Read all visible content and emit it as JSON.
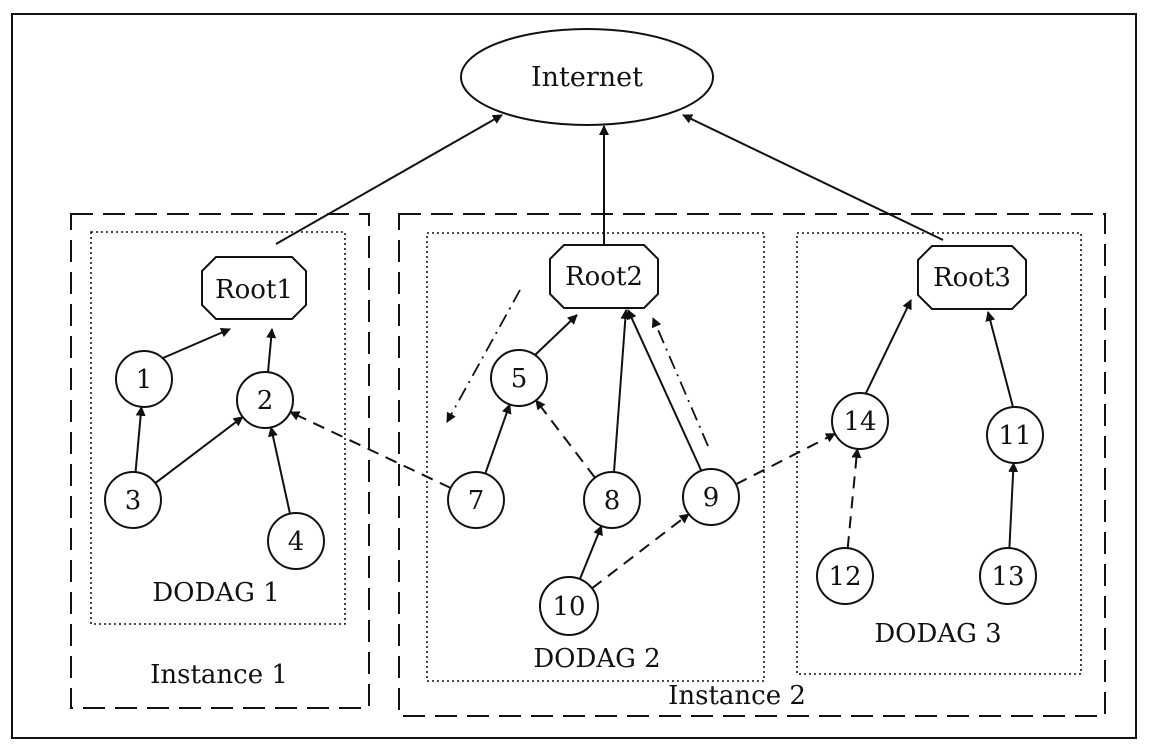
{
  "internet": {
    "label": "Internet"
  },
  "roots": [
    {
      "id": "root1",
      "label": "Root1"
    },
    {
      "id": "root2",
      "label": "Root2"
    },
    {
      "id": "root3",
      "label": "Root3"
    }
  ],
  "nodes": [
    {
      "id": "n1",
      "label": "1"
    },
    {
      "id": "n2",
      "label": "2"
    },
    {
      "id": "n3",
      "label": "3"
    },
    {
      "id": "n4",
      "label": "4"
    },
    {
      "id": "n5",
      "label": "5"
    },
    {
      "id": "n7",
      "label": "7"
    },
    {
      "id": "n8",
      "label": "8"
    },
    {
      "id": "n9",
      "label": "9"
    },
    {
      "id": "n10",
      "label": "10"
    },
    {
      "id": "n11",
      "label": "11"
    },
    {
      "id": "n12",
      "label": "12"
    },
    {
      "id": "n13",
      "label": "13"
    },
    {
      "id": "n14",
      "label": "14"
    }
  ],
  "dodags": [
    {
      "id": "dodag1",
      "label": "DODAG 1"
    },
    {
      "id": "dodag2",
      "label": "DODAG 2"
    },
    {
      "id": "dodag3",
      "label": "DODAG 3"
    }
  ],
  "instances": [
    {
      "id": "instance1",
      "label": "Instance 1"
    },
    {
      "id": "instance2",
      "label": "Instance 2"
    }
  ],
  "edges": [
    {
      "from": "root1",
      "to": "internet",
      "style": "solid"
    },
    {
      "from": "root2",
      "to": "internet",
      "style": "solid"
    },
    {
      "from": "root3",
      "to": "internet",
      "style": "solid"
    },
    {
      "from": "n1",
      "to": "root1",
      "style": "solid"
    },
    {
      "from": "n2",
      "to": "root1",
      "style": "solid"
    },
    {
      "from": "n3",
      "to": "n1",
      "style": "solid"
    },
    {
      "from": "n3",
      "to": "n2",
      "style": "solid"
    },
    {
      "from": "n4",
      "to": "n2",
      "style": "solid"
    },
    {
      "from": "n7",
      "to": "n2",
      "style": "dashed"
    },
    {
      "from": "n5",
      "to": "root2",
      "style": "solid"
    },
    {
      "from": "n7",
      "to": "n5",
      "style": "solid"
    },
    {
      "from": "n8",
      "to": "n5",
      "style": "dashed"
    },
    {
      "from": "n8",
      "to": "root2",
      "style": "solid"
    },
    {
      "from": "n9",
      "to": "root2",
      "style": "solid"
    },
    {
      "from": "n10",
      "to": "n8",
      "style": "solid"
    },
    {
      "from": "n10",
      "to": "n9",
      "style": "dashed"
    },
    {
      "from": "n9",
      "to": "n14",
      "style": "dashed"
    },
    {
      "from": "n14",
      "to": "root3",
      "style": "solid"
    },
    {
      "from": "n11",
      "to": "root3",
      "style": "solid"
    },
    {
      "from": "n12",
      "to": "n14",
      "style": "dashed"
    },
    {
      "from": "n13",
      "to": "n11",
      "style": "solid"
    }
  ]
}
